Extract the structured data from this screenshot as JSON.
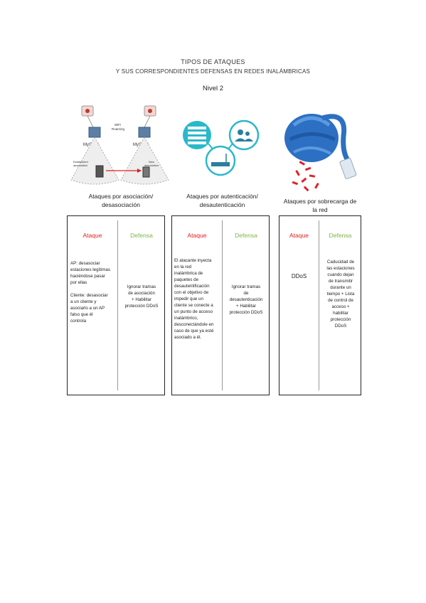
{
  "header": {
    "title_line1": "TIPOS DE ATAQUES",
    "title_line2": "Y SUS CORRESPONDIENTES DEFENSAS EN REDES INALÁMBRICAS",
    "level": "Nivel 2"
  },
  "diagram1": {
    "ssid_left": "MySSID",
    "ssid_right": "MySSID",
    "roaming_label_1": "WiFi",
    "roaming_label_2": "Roaming",
    "established_1": "Established",
    "established_2": "association",
    "new_label_1": "New",
    "new_label_2": "association"
  },
  "captions": {
    "col1_line1": "Ataques por asociación/",
    "col1_line2": "desasociación",
    "col2_line1": "Ataques por autenticación/",
    "col2_line2": "desautenticación",
    "col3_line1": "Ataques por sobrecarga de",
    "col3_line2": "la red"
  },
  "cards": [
    {
      "attack_header": "Ataque",
      "defense_header": "Defensa",
      "attack_lines": [
        "AP: desasociar",
        "estaciones legítimas",
        "haciéndose pasar",
        "por ellas",
        "",
        "Cliente: desasociar",
        "a un cliente y",
        "asociarlo a un AP",
        "falso que él",
        "controla"
      ],
      "defense_lines": [
        "Ignorar tramas",
        "de asociación",
        "+ Habilitar",
        "protección DDoS"
      ]
    },
    {
      "attack_header": "Ataque",
      "defense_header": "Defensa",
      "attack_lines": [
        "El atacante inyecta",
        "en la red",
        "inalámbrica de",
        "paquetes de",
        "desautentificación",
        "con el objetivo de",
        "impedir que un",
        "cliente se conecte a",
        "un punto de acceso",
        "inalámbrico,",
        "desconectándole en",
        "caso de que ya esté",
        "asociado a él."
      ],
      "defense_lines": [
        "Ignorar tramas",
        "de",
        "desautenticación",
        "+ Habilitar",
        "protección DDoS"
      ]
    },
    {
      "attack_header": "Ataque",
      "defense_header": "Defensa",
      "attack_lines": [
        "DDoS"
      ],
      "defense_lines": [
        "Caducidad de",
        "las estaciones",
        "cuando dejan",
        "de transmitir",
        "durante un",
        "tiempo + Lista",
        "de control de",
        "acceso +",
        "habilitar",
        "protección",
        "DDoS"
      ]
    }
  ],
  "colors": {
    "attack": "#e0201b",
    "defense": "#7ab648",
    "teal": "#29b9c9",
    "cable_blue": "#2d6fc2",
    "packet_red": "#d8262b"
  },
  "icons": [
    "router-icon",
    "access-point-icon",
    "laptop-icon",
    "wifi-router-icon",
    "server-list-icon",
    "users-icon",
    "ethernet-cable-icon"
  ]
}
